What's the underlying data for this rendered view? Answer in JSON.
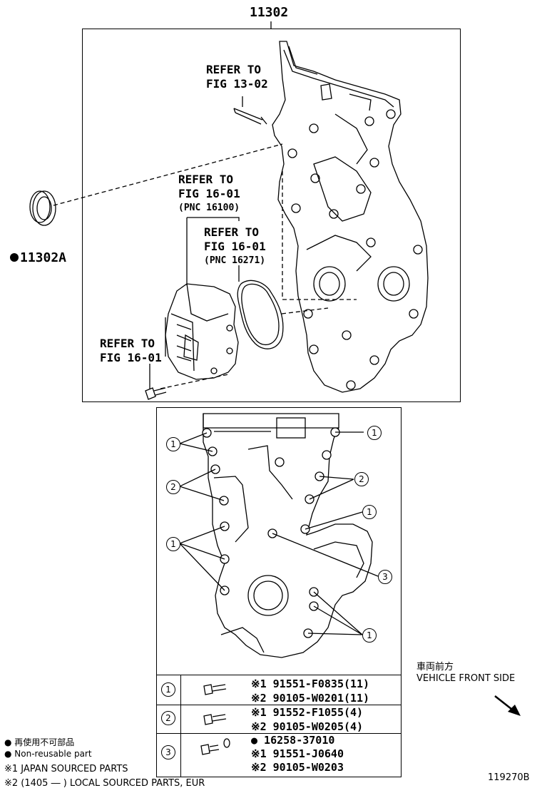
{
  "top_part_number": "11302",
  "seal_part_number": "11302A",
  "callouts": {
    "fig_13_02": [
      "REFER TO",
      "FIG 13-02"
    ],
    "fig_16_01_a": [
      "REFER TO",
      "FIG 16-01",
      "(PNC 16100)"
    ],
    "fig_16_01_b": [
      "REFER TO",
      "FIG 16-01",
      "(PNC 16271)"
    ],
    "fig_16_01_c": [
      "REFER TO",
      "FIG 16-01"
    ]
  },
  "bolt_markers": [
    "1",
    "2",
    "1",
    "1",
    "2",
    "1",
    "3",
    "1"
  ],
  "legend_rows": [
    {
      "num": "1",
      "parts": [
        "※1 91551-F0835(11)",
        "※2 90105-W0201(11)"
      ]
    },
    {
      "num": "2",
      "parts": [
        "※1 91552-F1055(4)",
        "※2 90105-W0205(4)"
      ]
    },
    {
      "num": "3",
      "parts": [
        "● 16258-37010",
        "※1 91551-J0640",
        "※2 90105-W0203"
      ]
    }
  ],
  "direction": {
    "jp": "車両前方",
    "en": "VEHICLE FRONT SIDE"
  },
  "notes": {
    "non_reusable_jp": "● 再使用不可部品",
    "non_reusable_en": "● Non-reusable part",
    "note1": "※1 JAPAN SOURCED PARTS",
    "note2": "※2 (1405 ―        ) LOCAL SOURCED PARTS, EUR"
  },
  "figure_id": "119270B"
}
